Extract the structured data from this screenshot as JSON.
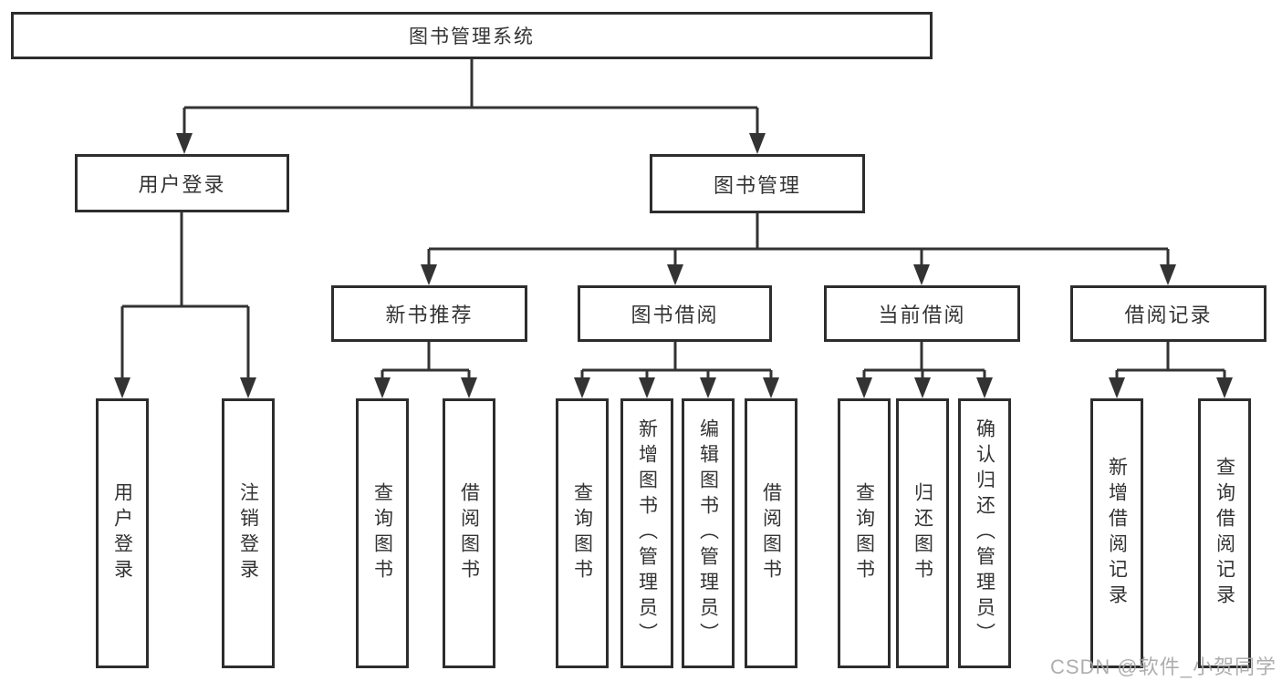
{
  "colors": {
    "background": "#ffffff",
    "line": "#333333",
    "box_border": "#2d2d2d",
    "text": "#333333",
    "watermark": "#a6a6a6"
  },
  "watermark": "CSDN @软件_小贺同学",
  "tree": {
    "label": "图书管理系统",
    "children": [
      {
        "label": "用户登录",
        "children": [
          {
            "label": "用户登录"
          },
          {
            "label": "注销登录"
          }
        ]
      },
      {
        "label": "图书管理",
        "children": [
          {
            "label": "新书推荐",
            "children": [
              {
                "label": "查询图书"
              },
              {
                "label": "借阅图书"
              }
            ]
          },
          {
            "label": "图书借阅",
            "children": [
              {
                "label": "查询图书"
              },
              {
                "label": "新增图书（管理员）"
              },
              {
                "label": "编辑图书（管理员）"
              },
              {
                "label": "借阅图书"
              }
            ]
          },
          {
            "label": "当前借阅",
            "children": [
              {
                "label": "查询图书"
              },
              {
                "label": "归还图书"
              },
              {
                "label": "确认归还（管理员）"
              }
            ]
          },
          {
            "label": "借阅记录",
            "children": [
              {
                "label": "新增借阅记录"
              },
              {
                "label": "查询借阅记录"
              }
            ]
          }
        ]
      }
    ]
  }
}
